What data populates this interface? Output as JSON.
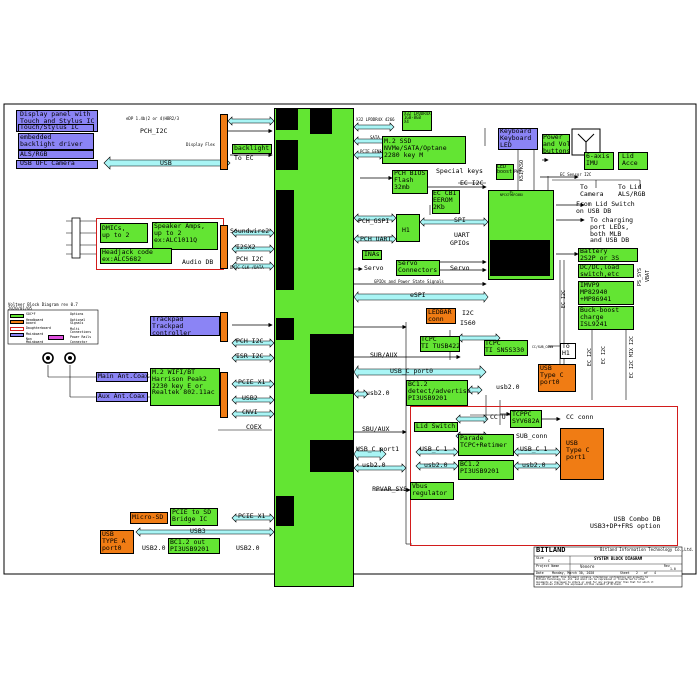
{
  "cpu": {},
  "display": {
    "panel": "Display panel with\nTouch and Stylus IC",
    "touch": "Touch/Stylus IC",
    "embedded": "embedded\nbacklight driver",
    "als": "ALS/RGB",
    "edp_bus": "eDP 1.4b(2 or 4)HBR2/3",
    "pch_i2c": "PCH_I2C",
    "flex": "Display Flex",
    "backlight": "backlight",
    "to_ec": "To EC",
    "usb_camera": "USB UFC Camera",
    "usb": "USB"
  },
  "memory": {
    "lpddr": "X32 LPDDR4X 4266",
    "chip1": "X32 LPDDR4X\n1GB-8GB\nX4",
    "sata": "SATA",
    "pcie": "PCIE GEN3 X4",
    "ssd": "M.2 SSD\nNVMe/SATA/Optane\n2280 key M"
  },
  "audio": {
    "dmics": "DMICs,\nup to 2",
    "speaker": "Speaker Amps,\nup to 2\nex:ALC1011Q",
    "headjack": "Headjack code\nex:ALC5682",
    "audio_db": "Audio DB",
    "soundwire": "Soundwire2",
    "i2sx2": "I2SX2",
    "pch_i2c": "PCH I2C",
    "dmic_clk": "DMIC CLK /DATA"
  },
  "legend": {
    "title": "Volteer Block Diagram rev 0.7\n2020/01/05",
    "soc": "SOC*F",
    "headboard": "Headboard\nboard",
    "daughterboard": "Daughterboard",
    "mainboard": "Mainboard",
    "usb_none": "Non\nMainboard",
    "connector": "Connector",
    "arrow1": "Options",
    "arrow2": "Optional\nSignals",
    "arrow3": "Multi\nConnections",
    "remote": "Power Rails"
  },
  "ec_area": {
    "keyboard": "Keyboard\nKeyboard\nLED",
    "power_vol": "Power\nand Vol\nbuttons",
    "led_boost": "LED\nboost",
    "pwm": "PWM",
    "ksi_kso": "KSI/KSO",
    "special_keys": "Special keys",
    "axis": "6-axis\nIMU",
    "lid_accel": "Lid\nAcce",
    "ec_sensor_i2c": "EC Sensor I2C",
    "to_camera": "To\nCamera",
    "to_lid": "To Lid\nALS/RGB",
    "pch_bios": "PCH BIOS\nFlash\n32mb",
    "ec_i2c_top": "EC I2C",
    "ec_cbi": "EC CBI\nEEROM\n2Kb",
    "ec": "EC\nNPCX796FC0BX",
    "from_lid": "From Lid Switch\non USB DB",
    "to_charging": "To charging\nport LEDs,\nboth MLB\nand USB DB",
    "h1": "H1",
    "pch_gspi": "PCH_GSPI",
    "pch_uart": "PCH UART",
    "spi": "SPI",
    "uart": "UART",
    "gpios": "GPIOs",
    "inas": "INAs",
    "servo_conn": "Servo\nConnectors",
    "servo1": "Servo",
    "servo2": "Servo",
    "gpios_signals": "GPIOs and Power State Signals",
    "espi": "eSPI",
    "ec_i2c_side": "EC I2C",
    "battery": "Battery\n2S2P or 3S",
    "dcdc": "DC/DC,load\nswitch,etc",
    "imvp": "IMVP9\nMP82940\n+MP86941",
    "buckboost": "Buck-boost\ncharge\nISL9241",
    "ps_sys": "PS_SYS",
    "v": "VBAT"
  },
  "left_io": {
    "trackpad": "Trackpad\nTrackpad\ncontroller",
    "pch_i2c": "PCH I2C",
    "isr_i2c": "ISR I2C",
    "main_ant": "Main Ant.Coax",
    "aux_ant": "Aux Ant.Coax",
    "wifi": "M.2 WIFI/BT\nHarrison Peak2\n2230 key E or\nRealtek 802.11ac",
    "pcie_x1": "PCIE X1",
    "usb2": "USB2",
    "cnvi": "CNVI",
    "coex": "COEX",
    "pcie_sd": "PCIE to SD\nBridge IC",
    "micro_sd": "Micro-SD",
    "pcie_x1_b": "PCIE X1",
    "usb3": "USB3",
    "usb_a": "USB\nTYPE A\nport0",
    "bc12": "BC1.2 out\nPI3USB9201",
    "usb2_0_a": "USB2.0",
    "usb2_0_b": "USB2.0"
  },
  "right_io": {
    "ledbar": "LEDBAR\nconn",
    "ledbar_i2c": "I2C",
    "i560": "I560",
    "tcpc1": "TCPC\nTI TUSB422",
    "tcpc2": "TCPC\nTI SN5S330",
    "to_h1": "To\nH1",
    "sub_aux": "SUB/AUX",
    "usbc0": "USB_C port0",
    "bc12_1": "BC1.2\ndetect/advertise\nPI3USB9201",
    "usb2_0_c": "usb2.0",
    "usb2_0_d": "usb2.0",
    "type_c0": "USB\nType C\nport0",
    "ec_i2c1": "EC I2C",
    "ec_i2c2": "EC I2C",
    "ec_i2c3": "EC I2C",
    "cc_conn": "CC/SUB_CONN",
    "sbu_aux": "SBU/AUX",
    "usbc1": "USB_C port1",
    "usb2_e": "usb2.0",
    "lid_switch": "Lid Switch",
    "cc_u": "CC U",
    "tcppc": "TCPPC\nSYV682A",
    "cc_conn2": "CC conn",
    "sub_conn": "SUB_conn",
    "parade": "Parade\nTCPC+Retimer",
    "usbc_1a": "USB_C 1",
    "usbc_1b": "USB_C 1",
    "type_c1": "USB\nType C\nport1",
    "usb2_f": "usb2.0",
    "bc12_2": "BC1.2\nPI3USB9201",
    "usb2_g": "usb2.0",
    "ppvar": "PPVAR_SYS",
    "vbus": "Vbus\nregulator",
    "combo": "USB Combo DB\nUSB3+DP+FRS option",
    "mix_i2c": "EC I2C MIX I2C"
  },
  "title_block": {
    "company": "Bitland Information Technology Co.,Ltd.",
    "logo": "BITLAND",
    "title": "SYSTEM BLOCK DIAGRAM",
    "project_label": "Project Name",
    "project": "Venere",
    "size_label": "Size",
    "size": "C",
    "date_label": "Date",
    "date": "Monday, March 30, 2020",
    "sheet_label": "Sheet",
    "sheet": "2",
    "of": "of",
    "total": "4",
    "rev_label": "Rev",
    "rev": "1.0",
    "notice": "PROPRIETARY NOTE: this document contains information confidential and property to\nBitland Technology Co.,Ltd. and shall not be reproduced or transferred to other\ndocuments or disclosed to others or used for any purpose other than that for which it\nwas obtained without the expressed written consent of Bitland."
  },
  "colors": {
    "green": "#63e533",
    "orange": "#f07c14",
    "purple": "#8b84f5",
    "cyan_arrow": "#a9f5f5",
    "red_border": "#d21c1c"
  }
}
